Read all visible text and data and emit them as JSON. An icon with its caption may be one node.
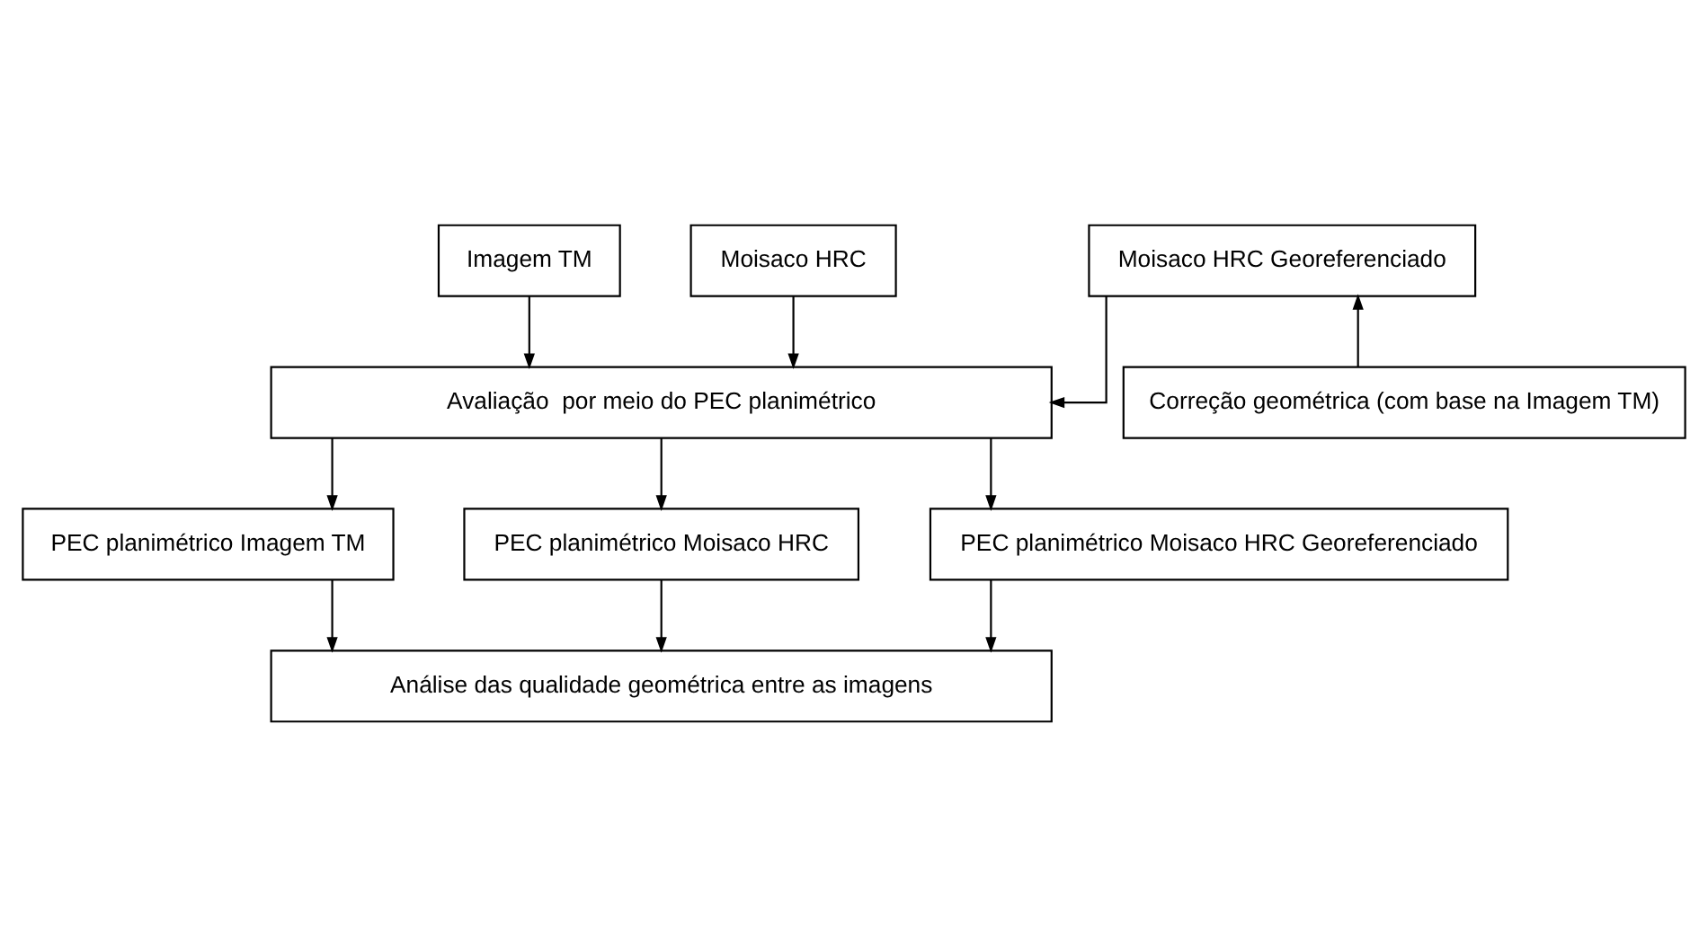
{
  "diagram": {
    "nodes": [
      {
        "text": [
          "Imagem TM"
        ]
      },
      {
        "text": [
          "Moisaco HRC"
        ]
      },
      {
        "text": [
          "Moisaco HRC Georeferenciado"
        ]
      },
      {
        "text": [
          "Correção geométrica (com base na Imagem TM)"
        ]
      },
      {
        "text": [
          "Avaliação  por meio do PEC planimétrico"
        ]
      },
      {
        "text": [
          "PEC planimétrico Imagem TM"
        ]
      },
      {
        "text": [
          "PEC planimétrico Moisaco HRC"
        ]
      },
      {
        "text": [
          "PEC planimétrico Moisaco HRC Georeferenciado"
        ]
      },
      {
        "text": [
          "Análise das qualidade geométrica entre as imagens"
        ]
      }
    ],
    "edges": [
      {
        "from": 0,
        "to": 4,
        "arrow": "to"
      },
      {
        "from": 1,
        "to": 4,
        "arrow": "to"
      },
      {
        "from": 2,
        "to": 4,
        "arrow": "to"
      },
      {
        "from": 3,
        "to": 2,
        "arrow": "to"
      },
      {
        "from": 4,
        "to": 5,
        "arrow": "to"
      },
      {
        "from": 4,
        "to": 6,
        "arrow": "to"
      },
      {
        "from": 4,
        "to": 7,
        "arrow": "to"
      },
      {
        "from": 5,
        "to": 8,
        "arrow": "to"
      },
      {
        "from": 6,
        "to": 8,
        "arrow": "to"
      },
      {
        "from": 7,
        "to": 8,
        "arrow": "to"
      }
    ]
  }
}
